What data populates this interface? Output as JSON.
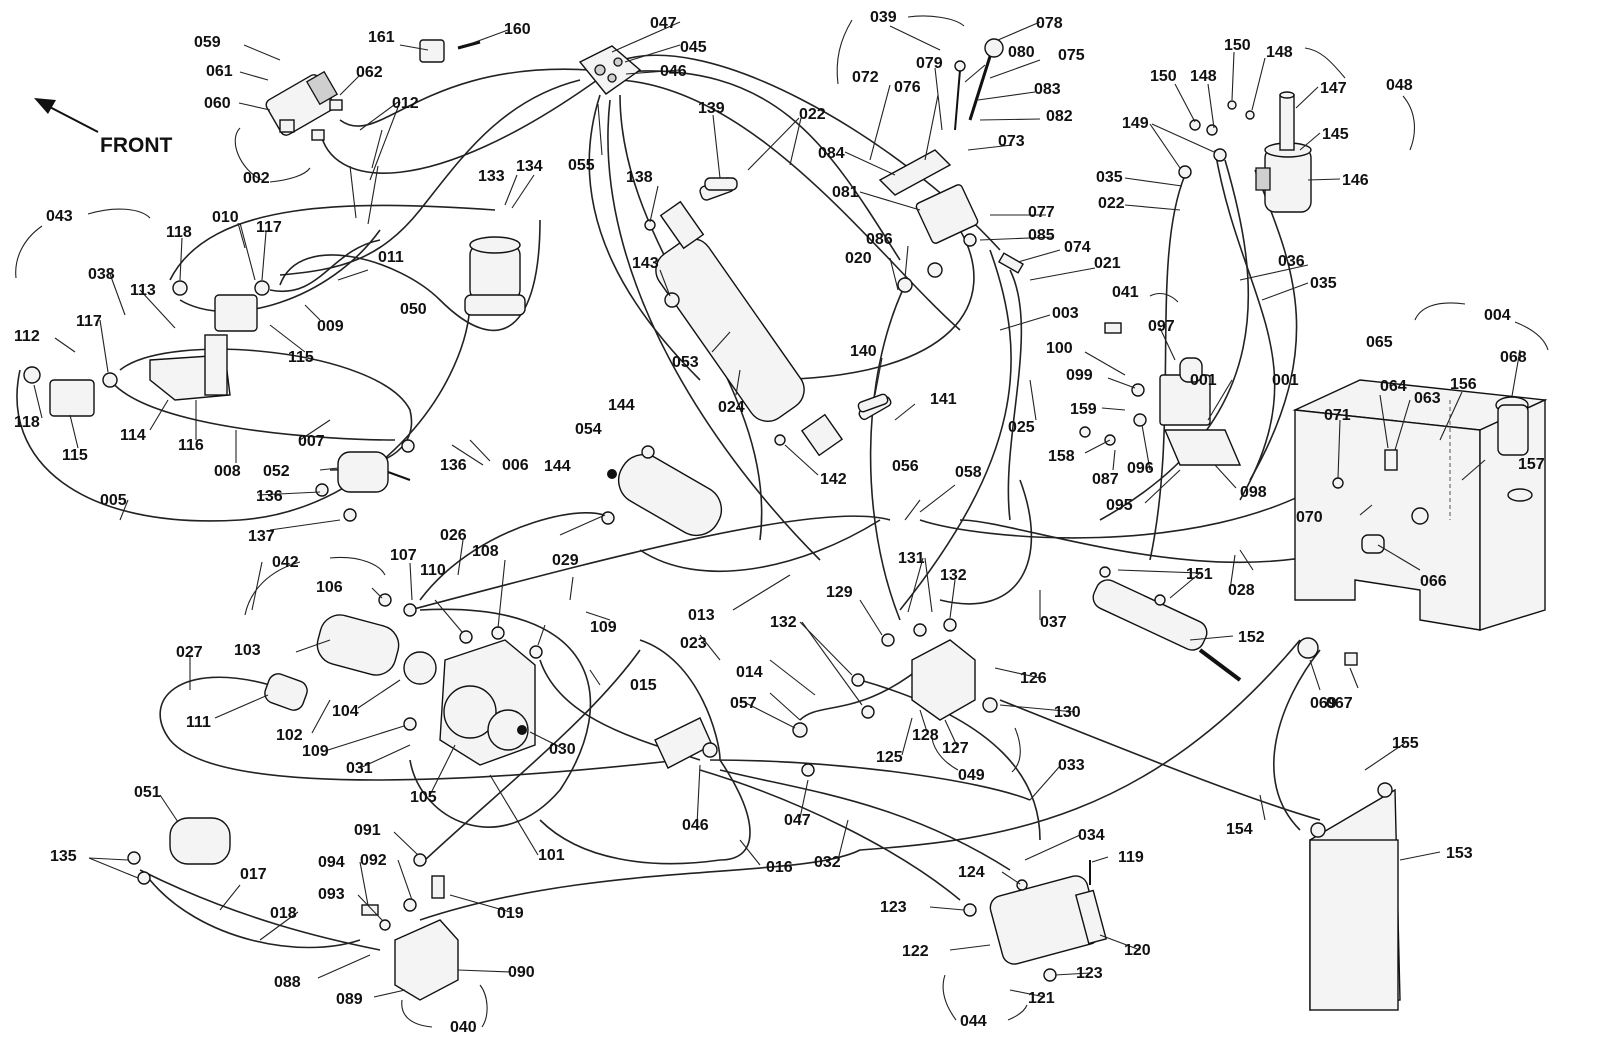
{
  "direction_label": "FRONT",
  "callouts": {
    "c001": "001",
    "c002": "002",
    "c003": "003",
    "c004": "004",
    "c005": "005",
    "c006": "006",
    "c007": "007",
    "c008": "008",
    "c009": "009",
    "c010": "010",
    "c011": "011",
    "c012": "012",
    "c013": "013",
    "c014": "014",
    "c015": "015",
    "c016": "016",
    "c017": "017",
    "c018": "018",
    "c019": "019",
    "c020": "020",
    "c021": "021",
    "c022a": "022",
    "c022b": "022",
    "c023": "023",
    "c024": "024",
    "c025": "025",
    "c026": "026",
    "c027": "027",
    "c028": "028",
    "c029": "029",
    "c030": "030",
    "c031": "031",
    "c032": "032",
    "c033": "033",
    "c034": "034",
    "c035a": "035",
    "c035b": "035",
    "c036": "036",
    "c037": "037",
    "c038": "038",
    "c039": "039",
    "c040": "040",
    "c041": "041",
    "c042": "042",
    "c043": "043",
    "c044": "044",
    "c045": "045",
    "c046a": "046",
    "c046b": "046",
    "c047a": "047",
    "c047b": "047",
    "c048": "048",
    "c049": "049",
    "c050": "050",
    "c051": "051",
    "c052": "052",
    "c053": "053",
    "c054": "054",
    "c055": "055",
    "c056": "056",
    "c057": "057",
    "c058": "058",
    "c059": "059",
    "c060": "060",
    "c061": "061",
    "c062": "062",
    "c063": "063",
    "c064": "064",
    "c065": "065",
    "c066": "066",
    "c067": "067",
    "c068": "068",
    "c069": "069",
    "c070": "070",
    "c071": "071",
    "c072": "072",
    "c073": "073",
    "c074": "074",
    "c075": "075",
    "c076": "076",
    "c077": "077",
    "c078": "078",
    "c079": "079",
    "c080": "080",
    "c081": "081",
    "c082": "082",
    "c083": "083",
    "c084": "084",
    "c085": "085",
    "c086": "086",
    "c087": "087",
    "c088": "088",
    "c089": "089",
    "c090": "090",
    "c091": "091",
    "c092": "092",
    "c093": "093",
    "c094": "094",
    "c095": "095",
    "c096": "096",
    "c097": "097",
    "c098": "098",
    "c099": "099",
    "c100": "100",
    "c101": "101",
    "c102": "102",
    "c103": "103",
    "c104": "104",
    "c105": "105",
    "c106": "106",
    "c107": "107",
    "c108": "108",
    "c109a": "109",
    "c109b": "109",
    "c110": "110",
    "c111": "111",
    "c112": "112",
    "c113": "113",
    "c114": "114",
    "c115a": "115",
    "c115b": "115",
    "c116": "116",
    "c117a": "117",
    "c117b": "117",
    "c118a": "118",
    "c118b": "118",
    "c119": "119",
    "c120": "120",
    "c121": "121",
    "c122": "122",
    "c123a": "123",
    "c123b": "123",
    "c124": "124",
    "c125": "125",
    "c126": "126",
    "c127": "127",
    "c128": "128",
    "c129": "129",
    "c130": "130",
    "c131": "131",
    "c132a": "132",
    "c132b": "132",
    "c133": "133",
    "c134": "134",
    "c135": "135",
    "c136a": "136",
    "c136b": "136",
    "c137": "137",
    "c138": "138",
    "c139": "139",
    "c140": "140",
    "c141": "141",
    "c142": "142",
    "c143": "143",
    "c144a": "144",
    "c144b": "144",
    "c145": "145",
    "c146": "146",
    "c147": "147",
    "c148a": "148",
    "c148b": "148",
    "c149": "149",
    "c150a": "150",
    "c150b": "150",
    "c151": "151",
    "c152": "152",
    "c153": "153",
    "c154": "154",
    "c155": "155",
    "c156": "156",
    "c157": "157",
    "c158": "158",
    "c159": "159",
    "c160": "160",
    "c161": "161"
  }
}
